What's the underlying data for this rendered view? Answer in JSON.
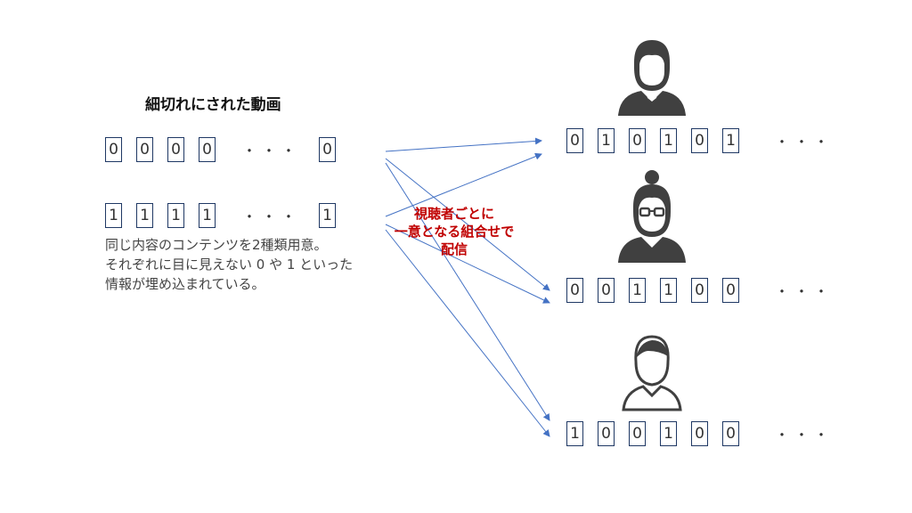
{
  "source": {
    "title": "細切れにされた動画",
    "rows": [
      {
        "bits": [
          "0",
          "0",
          "0",
          "0"
        ],
        "ellipsis": "・・・",
        "last": "0"
      },
      {
        "bits": [
          "1",
          "1",
          "1",
          "1"
        ],
        "ellipsis": "・・・",
        "last": "1"
      }
    ],
    "description": [
      "同じ内容のコンテンツを2種類用意。",
      "それぞれに目に見えない 0 や 1 といった",
      "情報が埋め込まれている。"
    ]
  },
  "center_label": [
    "視聴者ごとに",
    "一意となる組合せで",
    "配信"
  ],
  "viewers": [
    {
      "avatar": "male-suit-icon",
      "bits": [
        "0",
        "1",
        "0",
        "1",
        "0",
        "1"
      ],
      "ellipsis": "・・・"
    },
    {
      "avatar": "female-glasses-icon",
      "bits": [
        "0",
        "0",
        "1",
        "1",
        "0",
        "0"
      ],
      "ellipsis": "・・・"
    },
    {
      "avatar": "person-outline-icon",
      "bits": [
        "1",
        "0",
        "0",
        "1",
        "0",
        "0"
      ],
      "ellipsis": "・・・"
    }
  ],
  "colors": {
    "box_border": "#1f3864",
    "arrow": "#4472c4",
    "label": "#c00000",
    "avatar": "#404040"
  }
}
